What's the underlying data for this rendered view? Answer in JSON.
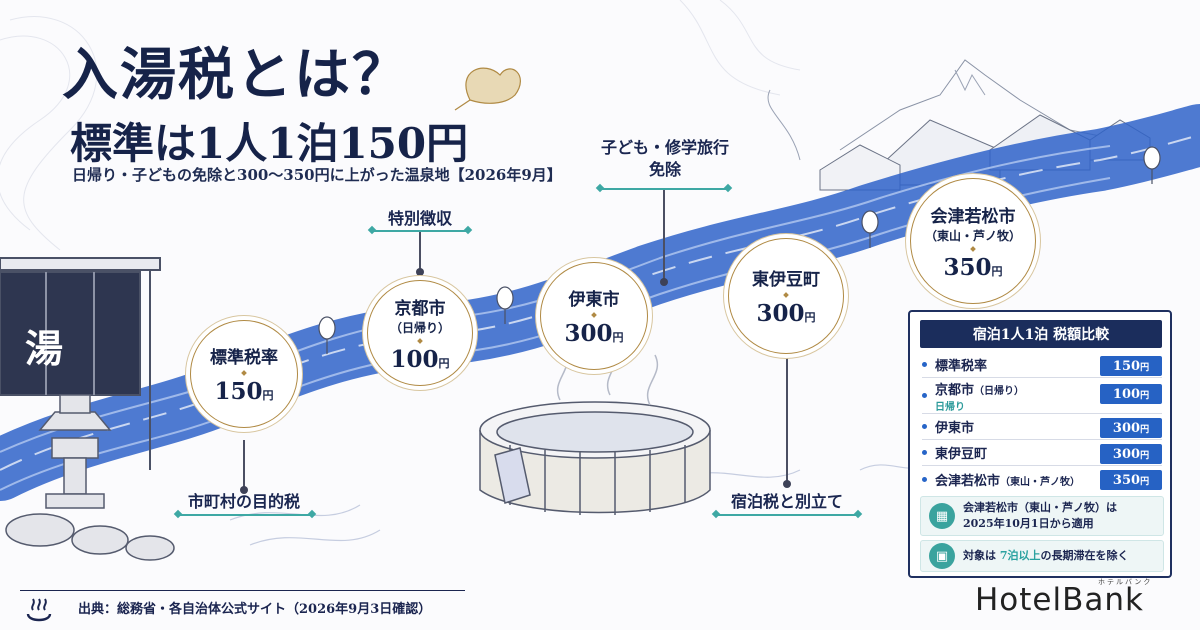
{
  "header": {
    "title_line1": "入湯税とは？",
    "title_line2": "標準は1人1泊150円",
    "subtitle": "日帰り・子どもの免除と300〜350円に上がった温泉地【2026年9月】"
  },
  "noren_char": "湯",
  "stops": [
    {
      "name": "標準税率",
      "sub": "",
      "amount": "150",
      "unit": "円"
    },
    {
      "name": "京都市",
      "sub": "（日帰り）",
      "amount": "100",
      "unit": "円"
    },
    {
      "name": "伊東市",
      "sub": "",
      "amount": "300",
      "unit": "円"
    },
    {
      "name": "東伊豆町",
      "sub": "",
      "amount": "300",
      "unit": "円"
    },
    {
      "name": "会津若松市",
      "sub": "（東山・芦ノ牧）",
      "amount": "350",
      "unit": "円"
    }
  ],
  "annotations": {
    "municipal": "市町村の目的税",
    "special": "特別徴収",
    "exempt_line1": "子ども・修学旅行",
    "exempt_line2": "免除",
    "separate": "宿泊税と別立て"
  },
  "panel": {
    "title": "宿泊1人1泊 税額比較",
    "rows": [
      {
        "label": "標準税率",
        "small": "",
        "sub": "",
        "value": "150",
        "unit": "円"
      },
      {
        "label": "京都市",
        "small": "（日帰り）",
        "sub": "日帰り",
        "value": "100",
        "unit": "円"
      },
      {
        "label": "伊東市",
        "small": "",
        "sub": "",
        "value": "300",
        "unit": "円"
      },
      {
        "label": "東伊豆町",
        "small": "",
        "sub": "",
        "value": "300",
        "unit": "円"
      },
      {
        "label": "会津若松市",
        "small": "（東山・芦ノ牧）",
        "sub": "",
        "value": "350",
        "unit": "円"
      }
    ],
    "note1_line1": "会津若松市（東山・芦ノ牧）は",
    "note1_line2": "2025年10月1日から適用",
    "note2_pre": "対象は",
    "note2_hl": "7泊以上",
    "note2_post": "の長期滞在を除く"
  },
  "footer": {
    "source": "出典：総務省・各自治体公式サイト（2026年9月3日確認）"
  },
  "logo": {
    "text": "HotelBank",
    "kana": "ホテルバンク"
  },
  "colors": {
    "navy": "#162349",
    "river": "#2f63c9",
    "gold": "#b08a44",
    "teal": "#3ea8a4"
  }
}
